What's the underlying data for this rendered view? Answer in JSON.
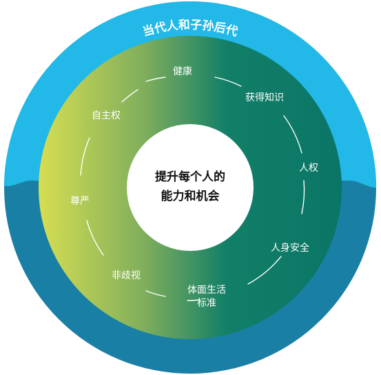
{
  "outer_ring": {
    "label": "当代人和子孙后代"
  },
  "center": {
    "line1": "提升每个人的",
    "line2": "能力和机会"
  },
  "items": [
    {
      "label": "健康"
    },
    {
      "label": "获得知识"
    },
    {
      "label": "人权"
    },
    {
      "label": "人身安全"
    },
    {
      "label_line1": "体面生活",
      "label_line2": "标准"
    },
    {
      "label": "非歧视"
    },
    {
      "label": "尊严"
    },
    {
      "label": "自主权"
    }
  ],
  "colors": {
    "outer_top": "#29b7e6",
    "outer_bottom": "#1b7fa6",
    "gradient_left": "#d4dc52",
    "gradient_mid": "#5a9a5a",
    "gradient_right": "#0e7a6a",
    "arc_line": "#ffffff",
    "center_fill": "#ffffff"
  }
}
